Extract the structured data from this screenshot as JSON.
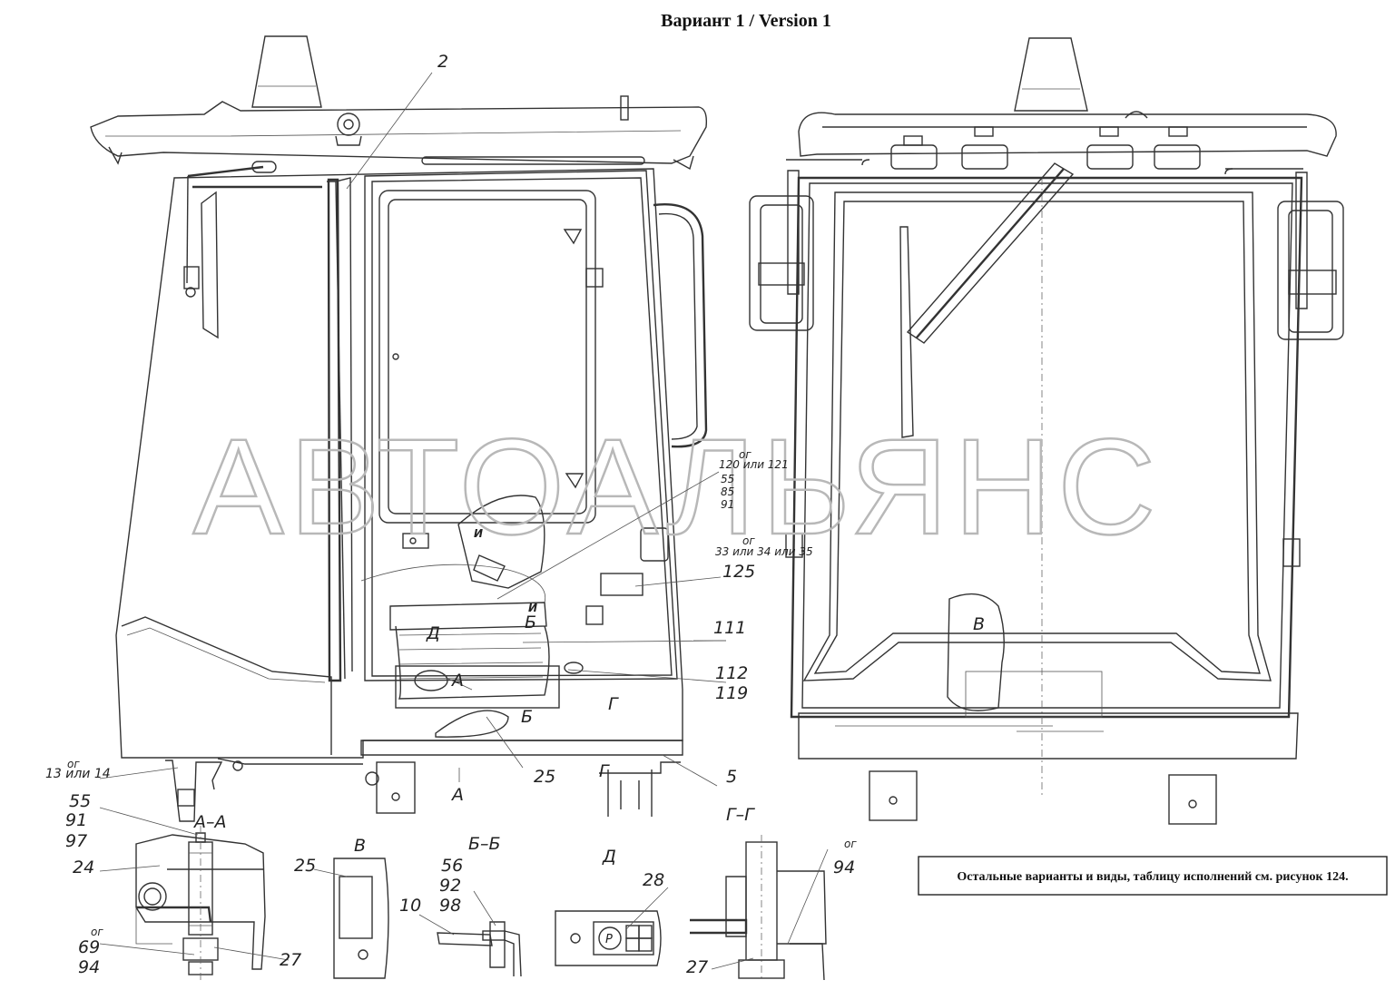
{
  "title": "Вариант 1 / Version 1",
  "watermark": "АВТОАЛЬЯНС",
  "note": "Остальные варианты и виды, таблицу исполнений см. рисунок 124.",
  "callouts": {
    "c2": "2",
    "c120": "120 или 121",
    "og1": "ог",
    "c55a": "55",
    "c85": "85",
    "c91a": "91",
    "c33": "33 или 34 или 35",
    "og2": "ог",
    "c125": "125",
    "c111": "111",
    "c112": "112",
    "c119": "119",
    "c25a": "25",
    "c5": "5",
    "c13": "13 или 14",
    "og3": "ог",
    "sec_d": "Д",
    "sec_b": "Б",
    "sec_a": "А",
    "sec_b2": "Б",
    "sec_g": "Г",
    "sec_g2": "Г",
    "sec_a2": "А",
    "sec_i1": "И",
    "sec_i2": "И",
    "view_v": "В"
  },
  "detail_aa": {
    "title": "А–А",
    "n55": "55",
    "n91": "91",
    "n97": "97",
    "n24": "24",
    "og": "ог",
    "n69": "69",
    "n94": "94",
    "n27": "27"
  },
  "detail_v": {
    "title": "В",
    "n25": "25"
  },
  "detail_bb": {
    "title": "Б–Б",
    "n56": "56",
    "n92": "92",
    "n98": "98",
    "n10": "10"
  },
  "detail_d": {
    "title": "Д",
    "n28": "28",
    "p": "P"
  },
  "detail_gg": {
    "title": "Г–Г",
    "og": "ог",
    "n94": "94",
    "n27": "27"
  }
}
